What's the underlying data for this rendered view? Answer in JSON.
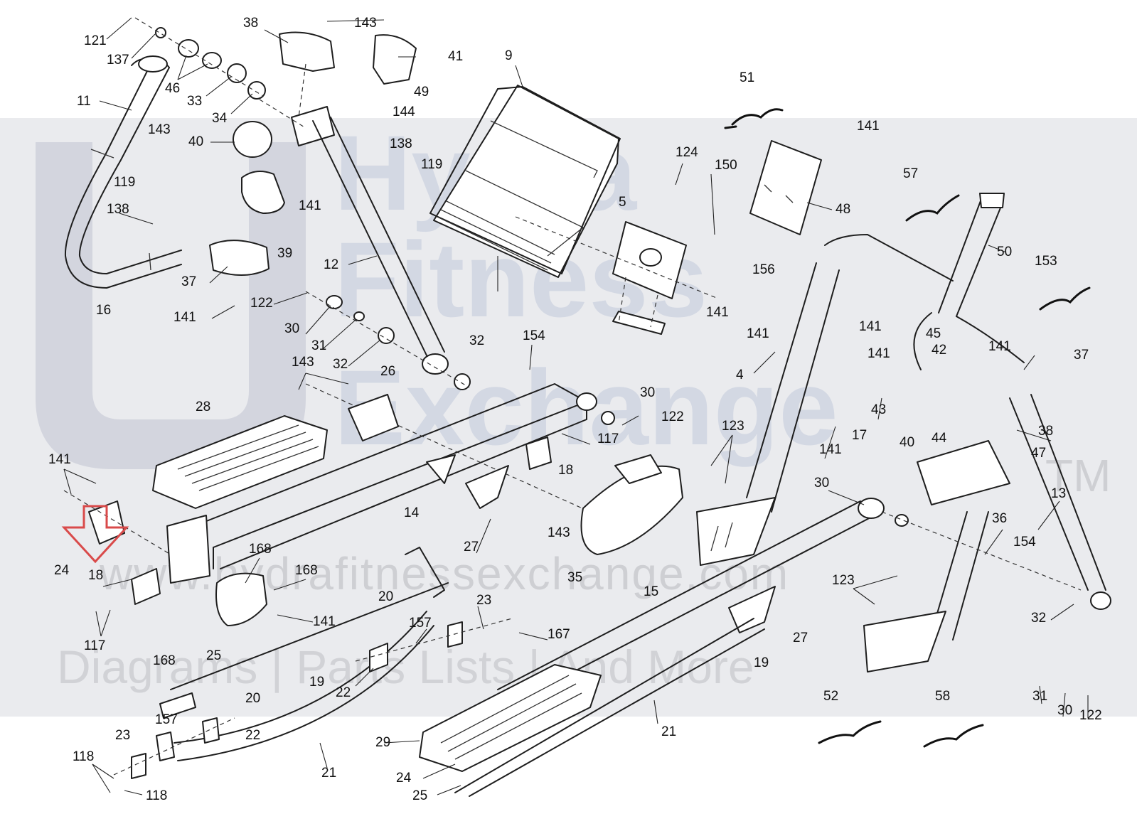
{
  "watermark": {
    "brand_line1": "Hydra",
    "brand_line2": "Fitness",
    "brand_line3": "Exchange",
    "trademark": "TM",
    "url": "www.hydrafitnessexchange.com",
    "tagline": "Diagrams | Parts Lists | And More"
  },
  "highlight": {
    "color": "#d94a4a",
    "part": "24"
  },
  "cables": [
    "51",
    "57",
    "153",
    "52",
    "58"
  ],
  "callouts": [
    "121",
    "137",
    "46",
    "33",
    "34",
    "38",
    "143",
    "41",
    "49",
    "144",
    "11",
    "143",
    "40",
    "138",
    "119",
    "119",
    "138",
    "141",
    "39",
    "37",
    "141",
    "16",
    "12",
    "122",
    "30",
    "31",
    "32",
    "32",
    "9",
    "154",
    "143",
    "26",
    "28",
    "141",
    "24",
    "18",
    "117",
    "168",
    "168",
    "25",
    "141",
    "20",
    "19",
    "168",
    "157",
    "22",
    "20",
    "157",
    "22",
    "23",
    "118",
    "118",
    "21",
    "14",
    "27",
    "143",
    "117",
    "18",
    "30",
    "122",
    "35",
    "23",
    "167",
    "15",
    "19",
    "27",
    "29",
    "24",
    "25",
    "21",
    "5",
    "124",
    "150",
    "141",
    "141",
    "51",
    "48",
    "156",
    "141",
    "57",
    "50",
    "153",
    "141",
    "141",
    "45",
    "141",
    "4",
    "42",
    "37",
    "43",
    "141",
    "17",
    "40",
    "44",
    "38",
    "47",
    "123",
    "30",
    "13",
    "36",
    "154",
    "123",
    "32",
    "31",
    "30",
    "122",
    "52",
    "58"
  ]
}
